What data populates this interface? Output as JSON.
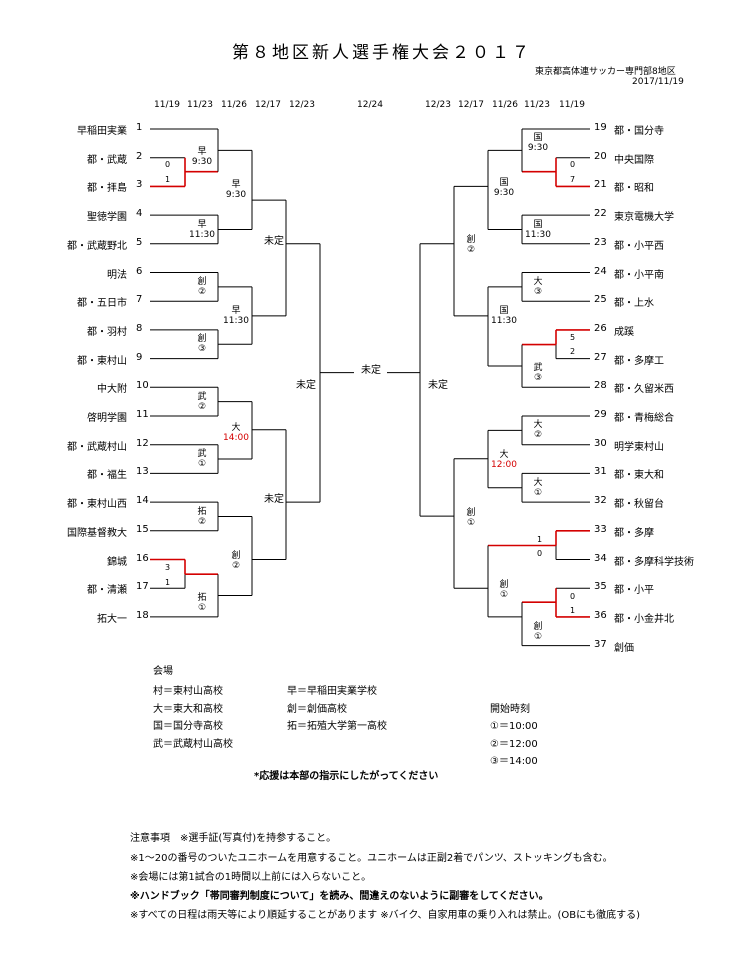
{
  "title": "第８地区新人選手権大会２０１７",
  "organizer": "東京都高体連サッカー専門部8地区",
  "issue_date": "2017/11/19",
  "dates_left": [
    "11/19",
    "11/23",
    "11/26",
    "12/17",
    "12/23"
  ],
  "date_center": "12/24",
  "dates_right": [
    "12/23",
    "12/17",
    "11/26",
    "11/23",
    "11/19"
  ],
  "left_teams": [
    {
      "no": "1",
      "name": "早稲田実業"
    },
    {
      "no": "2",
      "name": "都・武蔵"
    },
    {
      "no": "3",
      "name": "都・拝島"
    },
    {
      "no": "4",
      "name": "聖徳学園"
    },
    {
      "no": "5",
      "name": "都・武蔵野北"
    },
    {
      "no": "6",
      "name": "明法"
    },
    {
      "no": "7",
      "name": "都・五日市"
    },
    {
      "no": "8",
      "name": "都・羽村"
    },
    {
      "no": "9",
      "name": "都・東村山"
    },
    {
      "no": "10",
      "name": "中大附"
    },
    {
      "no": "11",
      "name": "啓明学園"
    },
    {
      "no": "12",
      "name": "都・武蔵村山"
    },
    {
      "no": "13",
      "name": "都・福生"
    },
    {
      "no": "14",
      "name": "都・東村山西"
    },
    {
      "no": "15",
      "name": "国際基督教大"
    },
    {
      "no": "16",
      "name": "錦城"
    },
    {
      "no": "17",
      "name": "都・清瀬"
    },
    {
      "no": "18",
      "name": "拓大一"
    }
  ],
  "right_teams": [
    {
      "no": "19",
      "name": "都・国分寺"
    },
    {
      "no": "20",
      "name": "中央国際"
    },
    {
      "no": "21",
      "name": "都・昭和"
    },
    {
      "no": "22",
      "name": "東京電機大学"
    },
    {
      "no": "23",
      "name": "都・小平西"
    },
    {
      "no": "24",
      "name": "都・小平南"
    },
    {
      "no": "25",
      "name": "都・上水"
    },
    {
      "no": "26",
      "name": "成蹊"
    },
    {
      "no": "27",
      "name": "都・多摩工"
    },
    {
      "no": "28",
      "name": "都・久留米西"
    },
    {
      "no": "29",
      "name": "都・青梅総合"
    },
    {
      "no": "30",
      "name": "明学東村山"
    },
    {
      "no": "31",
      "name": "都・東大和"
    },
    {
      "no": "32",
      "name": "都・秋留台"
    },
    {
      "no": "33",
      "name": "都・多摩"
    },
    {
      "no": "34",
      "name": "都・多摩科学技術"
    },
    {
      "no": "35",
      "name": "都・小平"
    },
    {
      "no": "36",
      "name": "都・小金井北"
    },
    {
      "no": "37",
      "name": "創価"
    }
  ],
  "match_labels": {
    "l_2_3_venue": "早",
    "l_2_3_time": "9:30",
    "l_4_5_venue": "早",
    "l_4_5_time": "11:30",
    "l_6_7_venue": "創",
    "l_6_7_time": "②",
    "l_8_9_venue": "創",
    "l_8_9_time": "③",
    "l_10_11_venue": "武",
    "l_10_11_time": "②",
    "l_12_13_venue": "武",
    "l_12_13_time": "①",
    "l_14_15_venue": "拓",
    "l_14_15_time": "②",
    "l_17_18_venue": "拓",
    "l_17_18_time": "①",
    "l_r2a_venue": "早",
    "l_r2a_time": "9:30",
    "l_r2b_venue": "早",
    "l_r2b_time": "11:30",
    "l_r2c_venue": "大",
    "l_r2c_time": "14:00",
    "l_r2d_venue": "創",
    "l_r2d_time": "②",
    "r_19_21_venue": "国",
    "r_19_21_time": "9:30",
    "r_22_23_venue": "国",
    "r_22_23_time": "11:30",
    "r_24_25_venue": "大",
    "r_24_25_time": "③",
    "r_27_28_venue": "武",
    "r_27_28_time": "③",
    "r_29_30_venue": "大",
    "r_29_30_time": "②",
    "r_31_32_venue": "大",
    "r_31_32_time": "①",
    "r_35_37_venue": "創",
    "r_35_37_time": "①",
    "r_r2a_venue": "国",
    "r_r2a_time": "9:30",
    "r_r2b_venue": "国",
    "r_r2b_time": "11:30",
    "r_r2c_venue": "大",
    "r_r2c_time": "12:00",
    "r_r2d_venue": "創",
    "r_r2d_time": "①",
    "r_sf1_venue": "創",
    "r_sf1_time": "②",
    "r_sf2_venue": "創",
    "r_sf2_time": "①"
  },
  "scores": {
    "m2v3_a": "0",
    "m2v3_b": "1",
    "m16v17_a": "3",
    "m16v17_b": "1",
    "m20v21_a": "0",
    "m20v21_b": "7",
    "m26v27_a": "5",
    "m26v27_b": "2",
    "m33v34_a": "1",
    "m33v34_b": "0",
    "m35v36_a": "0",
    "m35v36_b": "1"
  },
  "undecided": "未定",
  "venue_heading": "会場",
  "venues": [
    "村＝東村山高校",
    "大＝東大和高校",
    "国＝国分寺高校",
    "武＝武蔵村山高校",
    "早＝早稲田実業学校",
    "創＝創価高校",
    "拓＝拓殖大学第一高校"
  ],
  "start_heading": "開始時刻",
  "start_times": [
    "①＝10:00",
    "②＝12:00",
    "③＝14:00"
  ],
  "support_note": "*応援は本部の指示にしたがってください",
  "notes": [
    "注意事項　※選手証(写真付)を持参すること。",
    "※1～20の番号のついたユニホームを用意すること。ユニホームは正副2着でパンツ、ストッキングも含む。",
    "※会場には第1試合の1時間以上前には入らないこと。",
    "※ハンドブック「帯同審判制度について」を読み、間違えのないように副審をしてください。",
    "※すべての日程は雨天等により順延することがあります ※バイク、自家用車の乗り入れは禁止。(OBにも徹底する)"
  ],
  "colors": {
    "win_line": "#d40000",
    "line": "#000000",
    "red_text": "#d40000"
  }
}
